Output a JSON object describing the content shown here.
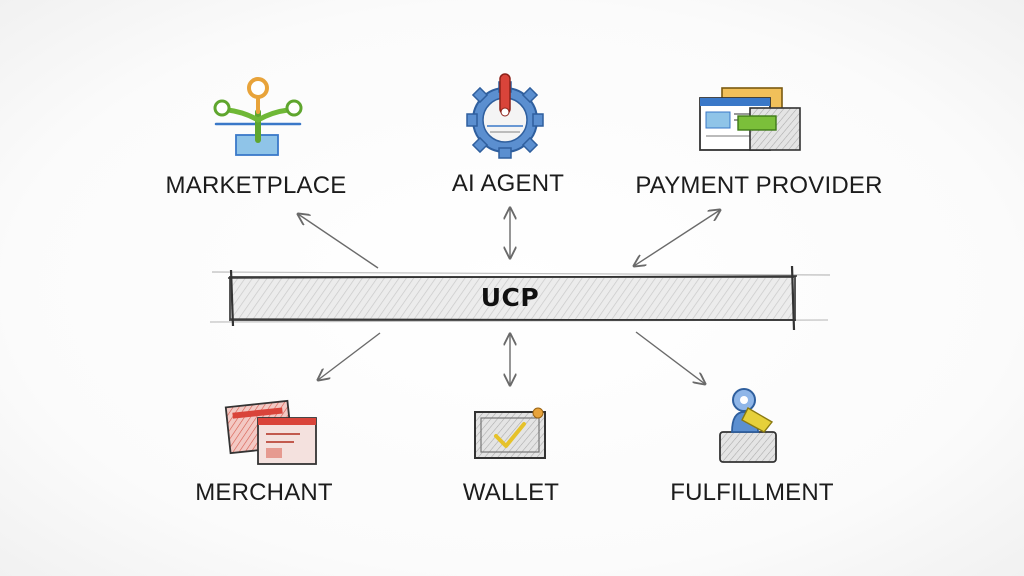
{
  "bus": {
    "label": "UCP"
  },
  "nodes": {
    "marketplace": {
      "label": "MARKETPLACE",
      "icon": "marketplace-plant-icon"
    },
    "ai_agent": {
      "label": "AI AGENT",
      "icon": "gear-agent-icon"
    },
    "payment_provider": {
      "label": "PAYMENT PROVIDER",
      "icon": "payment-screens-icon"
    },
    "merchant": {
      "label": "MERCHANT",
      "icon": "storefront-screens-icon"
    },
    "wallet": {
      "label": "WALLET",
      "icon": "wallet-check-icon"
    },
    "fulfillment": {
      "label": "FULFILLMENT",
      "icon": "fulfillment-box-icon"
    }
  },
  "colors": {
    "ink": "#2b2b2b",
    "arrow": "#6a6a6a",
    "bar_fill": "#e3e3e3",
    "accent_orange": "#e8a33a",
    "accent_green": "#7bbf3a",
    "accent_blue": "#3a78c8",
    "accent_red": "#d9443a",
    "accent_yellow": "#e6d03a"
  }
}
